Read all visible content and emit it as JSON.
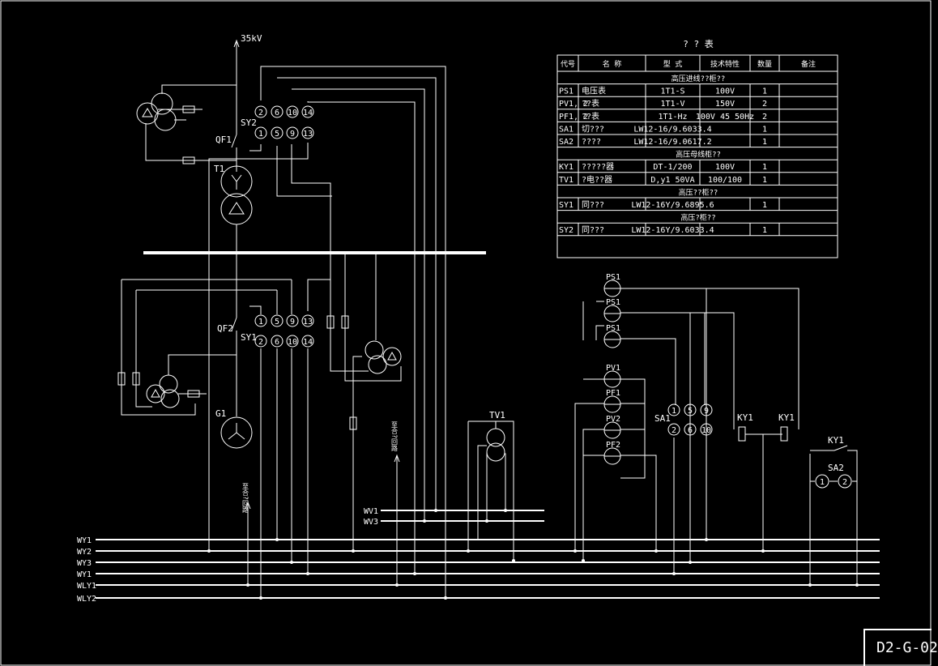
{
  "voltage_label": "35kV",
  "table": {
    "title": "? ? 表",
    "headers": [
      "代号",
      "名 称",
      "型 式",
      "技术特性",
      "数量",
      "备注"
    ],
    "rows": [
      {
        "type": "section",
        "text": "高压进线??柜??"
      },
      {
        "type": "item",
        "cells": [
          "PS1",
          "电压表",
          "1T1-S",
          "100V",
          "1",
          ""
        ]
      },
      {
        "type": "item",
        "cells": [
          "PV1, 2",
          "??表",
          "1T1-V",
          "150V",
          "2",
          ""
        ]
      },
      {
        "type": "item",
        "cells": [
          "PF1, 2",
          "??表",
          "1T1-Hz",
          "100V 45 50Hz",
          "2",
          ""
        ]
      },
      {
        "type": "item",
        "cells": [
          "SA1",
          "切???",
          "LW12-16/9.6033.4",
          "",
          "1",
          ""
        ]
      },
      {
        "type": "item",
        "cells": [
          "SA2",
          "????",
          "LW12-16/9.0617.2",
          "",
          "1",
          ""
        ]
      },
      {
        "type": "section",
        "text": "高压母线柜??"
      },
      {
        "type": "item",
        "cells": [
          "KY1",
          "?????器",
          "DT-1/200",
          "100V",
          "1",
          ""
        ]
      },
      {
        "type": "item",
        "cells": [
          "TV1",
          "?电??器",
          "D,y1 50VA",
          "100/100",
          "1",
          ""
        ]
      },
      {
        "type": "section",
        "text": "高压??柜??"
      },
      {
        "type": "item",
        "cells": [
          "SY1",
          "同???",
          "LW12-16Y/9.6895.6",
          "",
          "1",
          ""
        ]
      },
      {
        "type": "section",
        "text": "高压?柜??"
      },
      {
        "type": "item",
        "cells": [
          "SY2",
          "同???",
          "LW12-16Y/9.6033.4",
          "",
          "1",
          ""
        ]
      }
    ]
  },
  "components": {
    "sy2": "SY2",
    "qf1": "QF1",
    "t1": "T1",
    "qf2": "QF2",
    "sy1": "SY1",
    "g1": "G1",
    "tv1": "TV1",
    "sa1": "SA1",
    "sa2": "SA2",
    "ky1_a": "KY1",
    "ky1_b": "KY1",
    "ky1_c": "KY1"
  },
  "meters": [
    "PS1",
    "PS1",
    "PS1",
    "PV1",
    "PF1",
    "PV2",
    "PF2"
  ],
  "contacts_sy2": {
    "top": [
      "2",
      "6",
      "10",
      "14"
    ],
    "bottom": [
      "1",
      "5",
      "9",
      "13"
    ]
  },
  "contacts_sy1": {
    "top": [
      "1",
      "5",
      "9",
      "13"
    ],
    "bottom": [
      "2",
      "6",
      "10",
      "14"
    ]
  },
  "contacts_sa1": {
    "top": [
      "1",
      "5",
      "9"
    ],
    "bottom": [
      "2",
      "6",
      "10"
    ]
  },
  "contacts_sa2": [
    "1",
    "2"
  ],
  "buses": [
    "WY1",
    "WY2",
    "WY3",
    "WY1",
    "WLY1",
    "WLY2"
  ],
  "wv_buses": [
    "WV1",
    "WV3"
  ],
  "vertical_notes": [
    "至合?回路",
    "至合?回路"
  ],
  "drawing_number": "D2-G-02"
}
